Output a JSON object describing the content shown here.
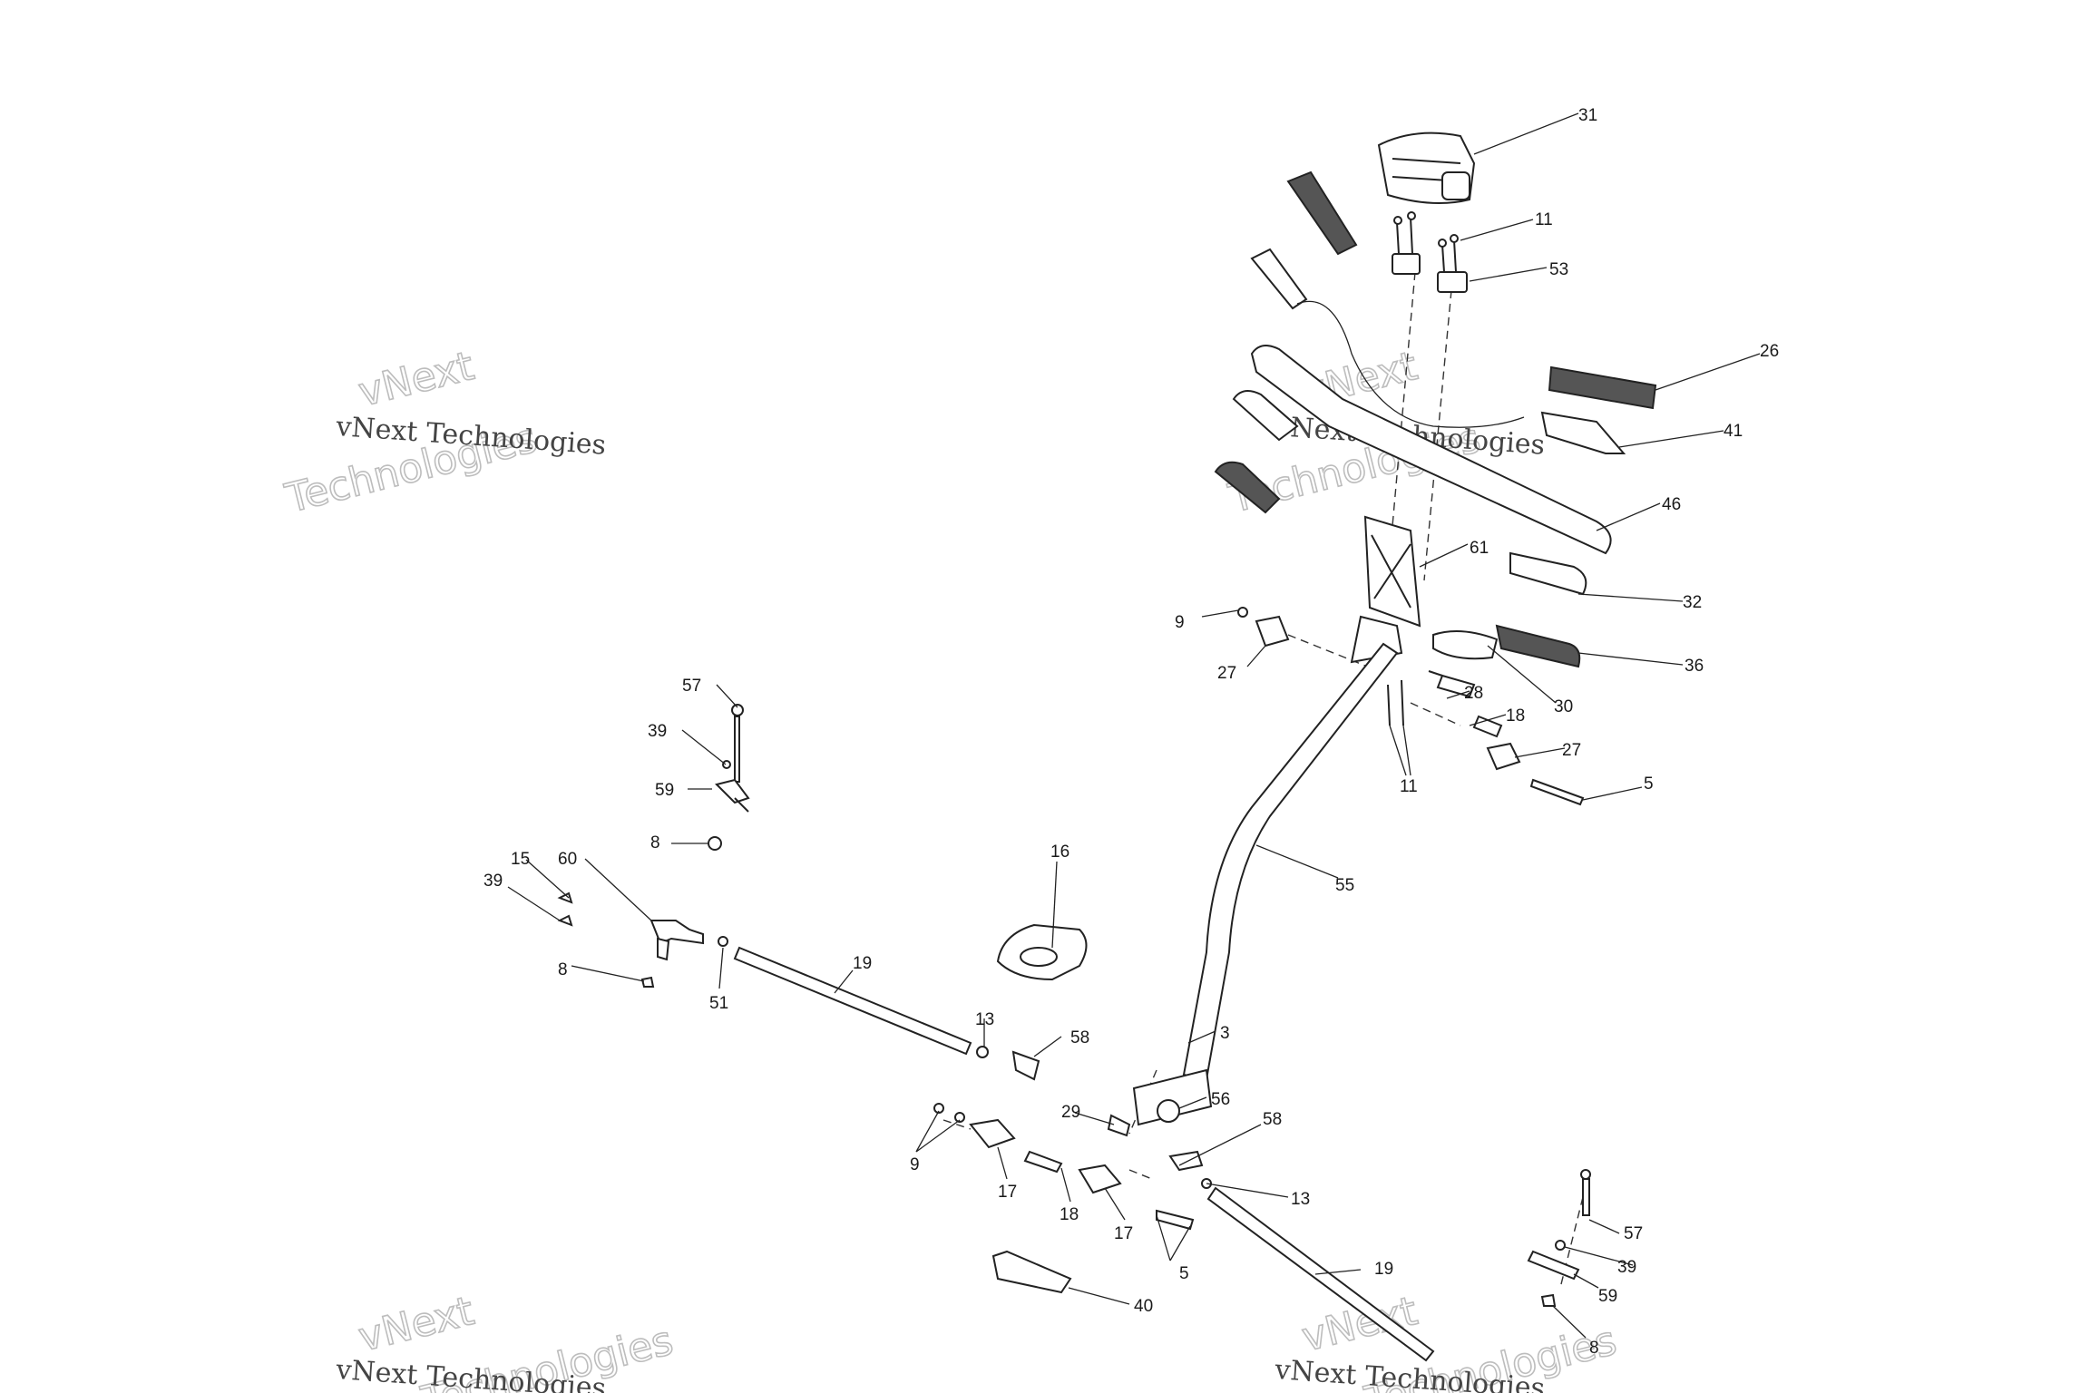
{
  "watermark": {
    "line1": "vNext Technologies",
    "line2a": "vNext",
    "line2b": "Technologies"
  },
  "labels": {
    "l31": "31",
    "l11a": "11",
    "l53": "53",
    "l26": "26",
    "l41": "41",
    "l46": "46",
    "l61": "61",
    "l32": "32",
    "l9a": "9",
    "l27a": "27",
    "l36": "36",
    "l30": "30",
    "l28": "28",
    "l18a": "18",
    "l27b": "27",
    "l11b": "11",
    "l5a": "5",
    "l55": "55",
    "l57a": "57",
    "l39a": "39",
    "l59a": "59",
    "l8a": "8",
    "l15": "15",
    "l60": "60",
    "l39b": "39",
    "l8b": "8",
    "l51": "51",
    "l16": "16",
    "l19a": "19",
    "l13a": "13",
    "l58a": "58",
    "l3": "3",
    "l29": "29",
    "l56": "56",
    "l58b": "58",
    "l9b": "9",
    "l17a": "17",
    "l18b": "18",
    "l17b": "17",
    "l13b": "13",
    "l5b": "5",
    "l57b": "57",
    "l39c": "39",
    "l19b": "19",
    "l59b": "59",
    "l40": "40",
    "l8c": "8"
  }
}
